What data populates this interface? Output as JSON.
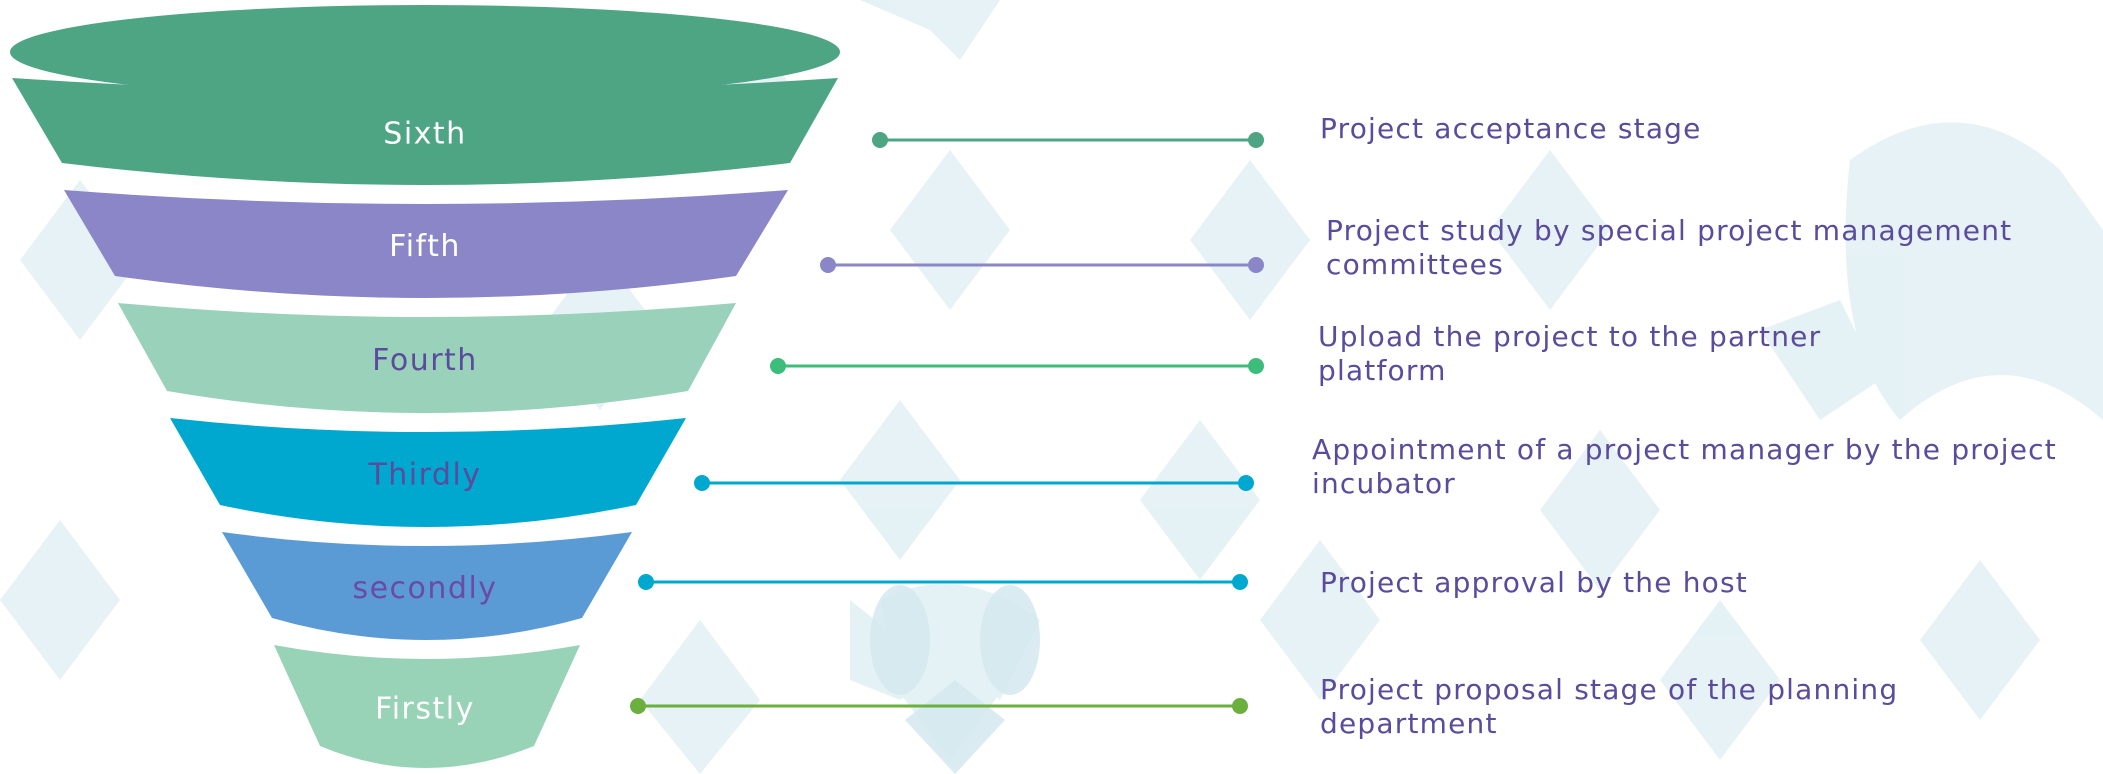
{
  "colors": {
    "sixth": "#4da584",
    "fifth": "#8a86c8",
    "fourth": "#9ad1bb",
    "third": "#00a7cf",
    "second": "#5b9bd5",
    "first": "#98d3b7",
    "description_text": "#5b4b9c",
    "background_pattern": "#dfeff3"
  },
  "stages": [
    {
      "key": "sixth",
      "label": "Sixth",
      "label_color": "#ffffff",
      "description": "Project acceptance stage"
    },
    {
      "key": "fifth",
      "label": "Fifth",
      "label_color": "#ffffff",
      "description": "Project study by special project management committees"
    },
    {
      "key": "fourth",
      "label": "Fourth",
      "label_color": "#5b4b9c",
      "description": "Upload the project to the partner platform"
    },
    {
      "key": "third",
      "label": "Thirdly",
      "label_color": "#5b4b9c",
      "description": "Appointment of a project manager by the project incubator"
    },
    {
      "key": "second",
      "label": "secondly",
      "label_color": "#6b4aa6",
      "description": "Project approval by the host"
    },
    {
      "key": "first",
      "label": "Firstly",
      "label_color": "#ffffff",
      "description": "Project proposal stage of the planning department"
    }
  ]
}
